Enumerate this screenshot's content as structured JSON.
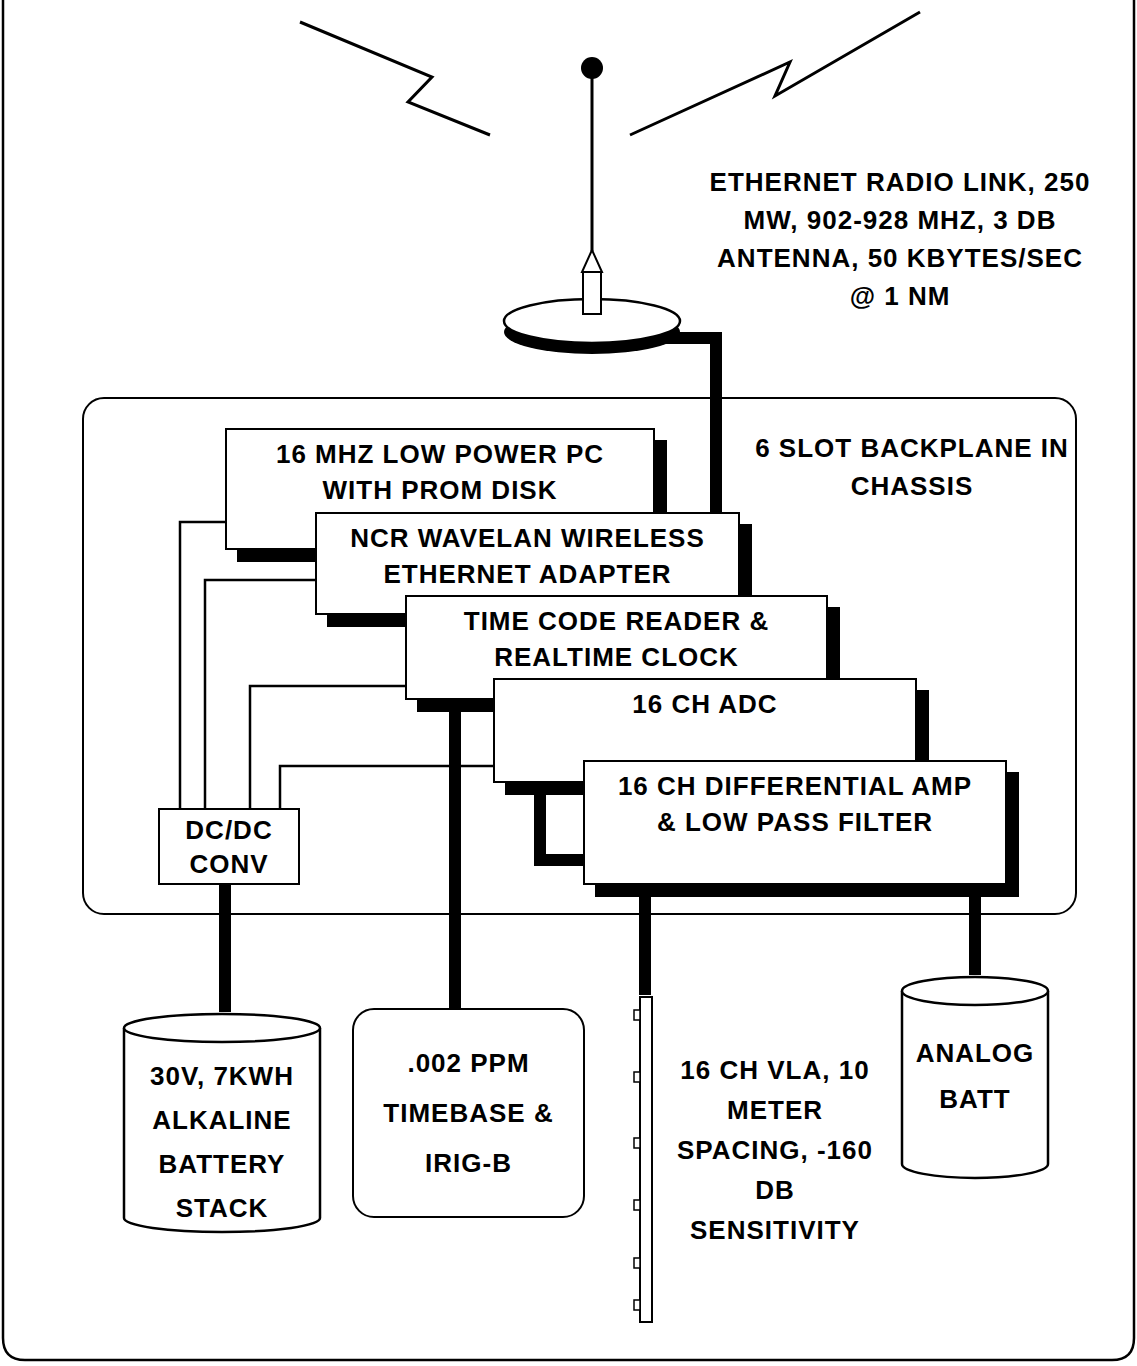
{
  "diagram": {
    "nodes": [
      {
        "text": [
          "ETHERNET RADIO LINK, 250 MW, 902-928 MHZ, 3 DB ANTENNA, 50 KBYTES/SEC @ 1 NM"
        ]
      },
      {
        "text": [
          "6 SLOT BACKPLANE IN CHASSIS"
        ]
      },
      {
        "text": [
          "16 MHZ LOW POWER PC WITH PROM DISK"
        ],
        "in": 1
      },
      {
        "text": [
          "NCR WAVELAN WIRELESS ETHERNET ADAPTER"
        ],
        "in": 1
      },
      {
        "text": [
          "TIME CODE READER & REALTIME CLOCK"
        ],
        "in": 1
      },
      {
        "text": [
          "16 CH ADC"
        ],
        "in": 1
      },
      {
        "text": [
          "16 CH DIFFERENTIAL AMP & LOW PASS FILTER"
        ],
        "in": 1
      },
      {
        "text": [
          "DC/DC CONV"
        ],
        "in": 1
      },
      {
        "text": [
          "30V, 7KWH ALKALINE BATTERY STACK"
        ]
      },
      {
        "text": [
          ".002 PPM TIMEBASE & IRIG-B"
        ]
      },
      {
        "text": [
          "16 CH VLA, 10 METER SPACING, -160 DB SENSITIVITY"
        ]
      },
      {
        "text": [
          "ANALOG BATT"
        ]
      }
    ],
    "edges": [
      {
        "from": 0,
        "to": 3,
        "arrow": "none"
      },
      {
        "from": 7,
        "to": 2,
        "arrow": "none"
      },
      {
        "from": 7,
        "to": 3,
        "arrow": "none"
      },
      {
        "from": 7,
        "to": 4,
        "arrow": "none"
      },
      {
        "from": 7,
        "to": 5,
        "arrow": "none"
      },
      {
        "from": 5,
        "to": 6,
        "arrow": "none"
      },
      {
        "from": 7,
        "to": 8,
        "arrow": "none"
      },
      {
        "from": 4,
        "to": 9,
        "arrow": "none"
      },
      {
        "from": 6,
        "to": 10,
        "arrow": "none"
      },
      {
        "from": 6,
        "to": 11,
        "arrow": "none"
      }
    ]
  }
}
